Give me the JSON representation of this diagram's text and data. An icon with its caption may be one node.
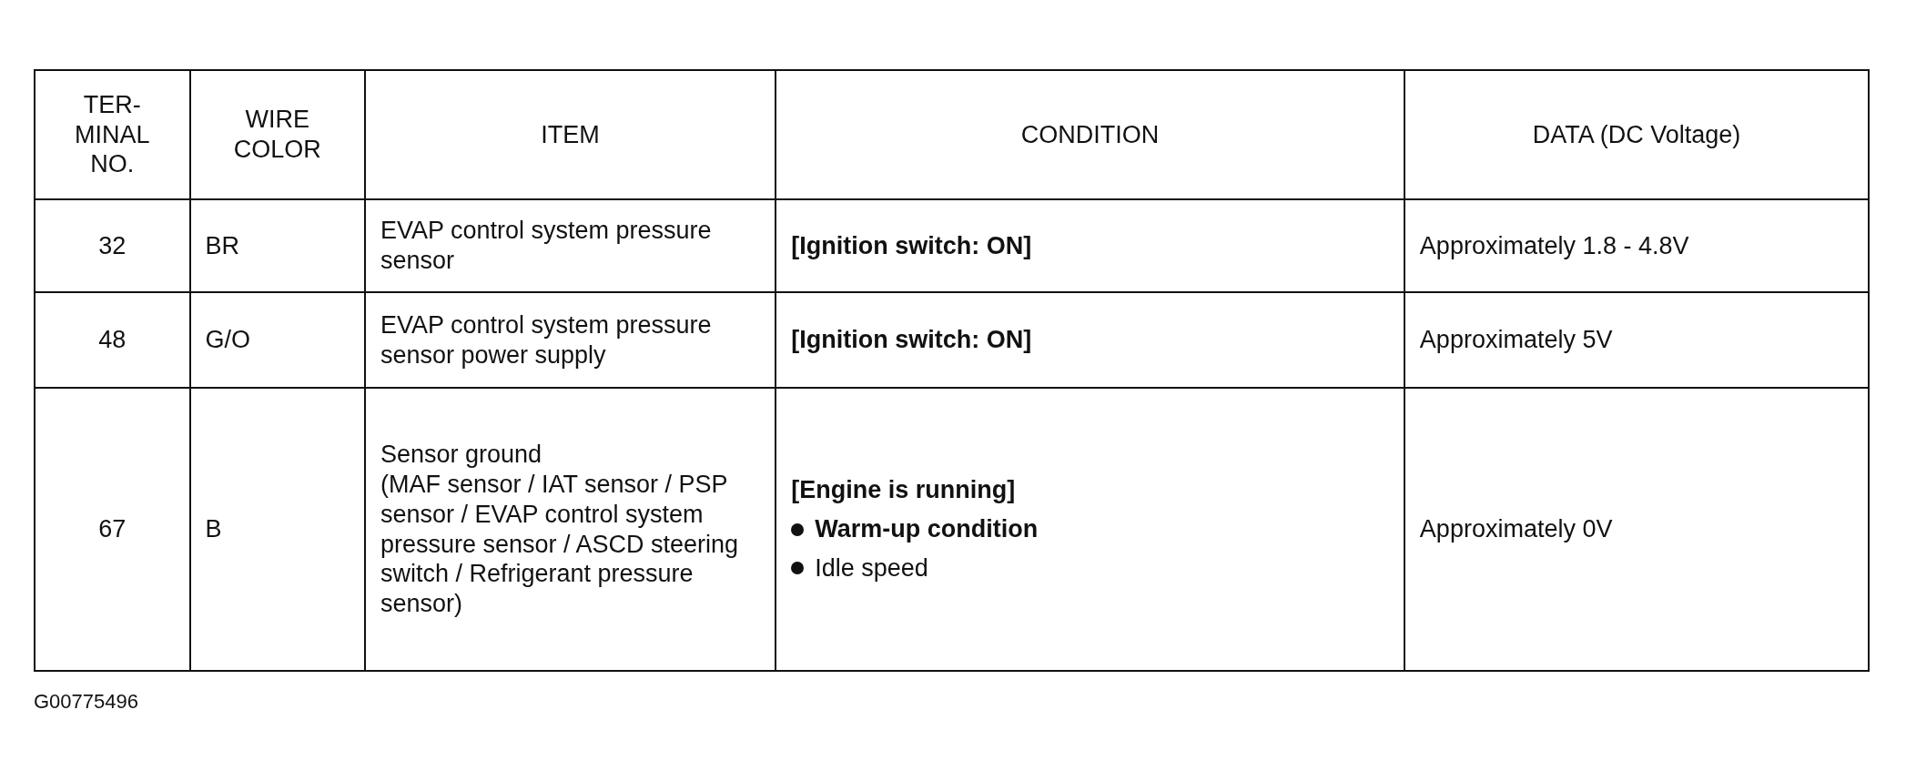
{
  "diagram": {
    "labels": [
      "TER- MINAL NO.",
      "WIRE COLOR",
      "ITEM",
      "CONDITION",
      "DATA (DC Voltage)",
      "32",
      "BR",
      "EVAP control system pressure sensor",
      "[Ignition switch: ON]",
      "Approximately 1.8 - 4.8V",
      "48",
      "G/O",
      "EVAP control system pressure sensor power supply",
      "[Ignition switch: ON]",
      "Approximately 5V",
      "67",
      "B",
      "Sensor ground",
      "(MAF sensor / IAT sensor / PSP sensor / EVAP control system pressure sensor / ASCD steering switch / Refrigerant pressure sensor)",
      "[Engine is running]",
      "Warm-up condition",
      "Idle speed",
      "Approximately 0V",
      "G00775496"
    ]
  }
}
